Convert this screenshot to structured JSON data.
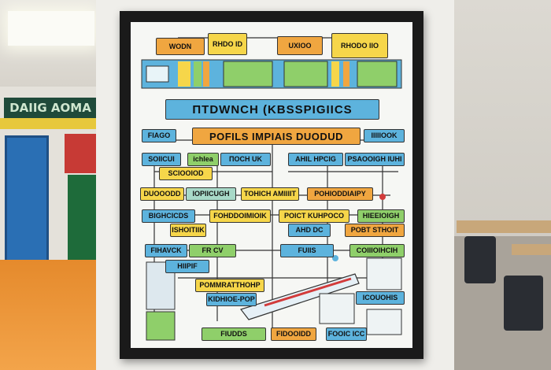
{
  "scene": {
    "left_banner_text": "DAIIG AOMA",
    "colors": {
      "frame": "#1a1a1a",
      "poster": "#f6f7f4",
      "yellow": "#f6d64a",
      "blue": "#5db3dd",
      "green": "#8fcf6a",
      "orange": "#f0a640"
    }
  },
  "poster": {
    "top_labels": [
      "WODN",
      "RHDO ID",
      "UXIOO",
      "RHODO IIO"
    ],
    "title": "ΠTDWNCH (KBSSPIGIICS",
    "subtitle": "POFILS IMPIAIS DUODUD",
    "nodes": [
      "FIAGO",
      "IIIIIOOK",
      "SOIICUI",
      "ichlea",
      "ΠOCH UK",
      "AHIL HPCIG",
      "PSAOOIGH IUHI",
      "SCIOOIOD",
      "DUOOODD",
      "IOPIICUGH",
      "TOHICH AMIIIIT",
      "POHIODDIAIPY",
      "BIGHCICDS",
      "FOHDDOIMIOIK",
      "POICT KUHPOCO",
      "HIEEIOIGH",
      "ISHOITIIK",
      "AHD DC",
      "POBT STHOIT",
      "FIHAVCK",
      "FR CV",
      "FUIIS",
      "COIIIOIHCIH",
      "HIIPIF",
      "POMMRATTHOHP",
      "KIDHIOE-POP",
      "ICOUOHIS",
      "FIUDDS",
      "FOOIC ICC",
      "FIDOOIDD"
    ]
  }
}
